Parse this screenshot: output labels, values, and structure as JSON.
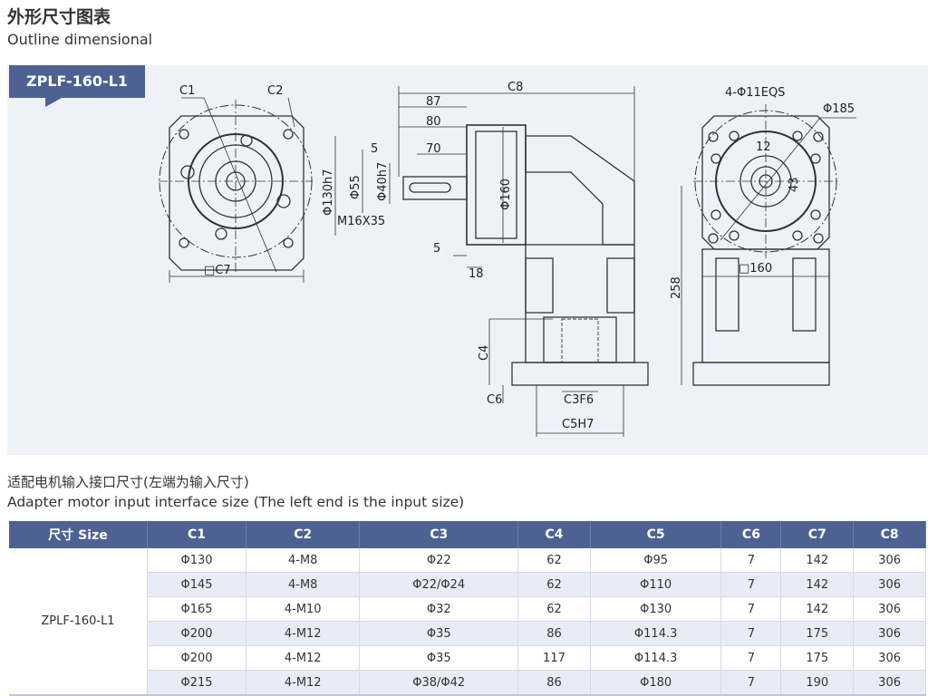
{
  "header": {
    "title_cn": "外形尺寸图表",
    "title_en": "Outline dimensional"
  },
  "drawing": {
    "model": "ZPLF-160-L1",
    "labels": {
      "c1": "C1",
      "c2": "C2",
      "c7": "□C7",
      "c8": "C8",
      "d87": "87",
      "d80": "80",
      "d70": "70",
      "d5a": "5",
      "d5b": "5",
      "d18": "18",
      "phi130": "Φ130h7",
      "phi55": "Φ55",
      "phi40": "Φ40h7",
      "m16": "M16X35",
      "phi160": "Φ160",
      "c4": "C4",
      "c6": "C6",
      "c3": "C3F6",
      "c5": "C5H7",
      "d258": "258",
      "holes": "4-Φ11EQS",
      "phi185": "Φ185",
      "d12": "12",
      "d43": "43",
      "sq160": "□160"
    }
  },
  "section": {
    "title_cn": "适配电机输入接口尺寸(左端为输入尺寸)",
    "title_en": "Adapter motor input interface size (The left end is the input size)"
  },
  "table": {
    "headers": [
      "尺寸 Size",
      "C1",
      "C2",
      "C3",
      "C4",
      "C5",
      "C6",
      "C7",
      "C8"
    ],
    "size": "ZPLF-160-L1",
    "rows": [
      [
        "Φ130",
        "4-M8",
        "Φ22",
        "62",
        "Φ95",
        "7",
        "142",
        "306"
      ],
      [
        "Φ145",
        "4-M8",
        "Φ22/Φ24",
        "62",
        "Φ110",
        "7",
        "142",
        "306"
      ],
      [
        "Φ165",
        "4-M10",
        "Φ32",
        "62",
        "Φ130",
        "7",
        "142",
        "306"
      ],
      [
        "Φ200",
        "4-M12",
        "Φ35",
        "86",
        "Φ114.3",
        "7",
        "175",
        "306"
      ],
      [
        "Φ200",
        "4-M12",
        "Φ35",
        "117",
        "Φ114.3",
        "7",
        "175",
        "306"
      ],
      [
        "Φ215",
        "4-M12",
        "Φ38/Φ42",
        "86",
        "Φ180",
        "7",
        "190",
        "306"
      ]
    ]
  }
}
